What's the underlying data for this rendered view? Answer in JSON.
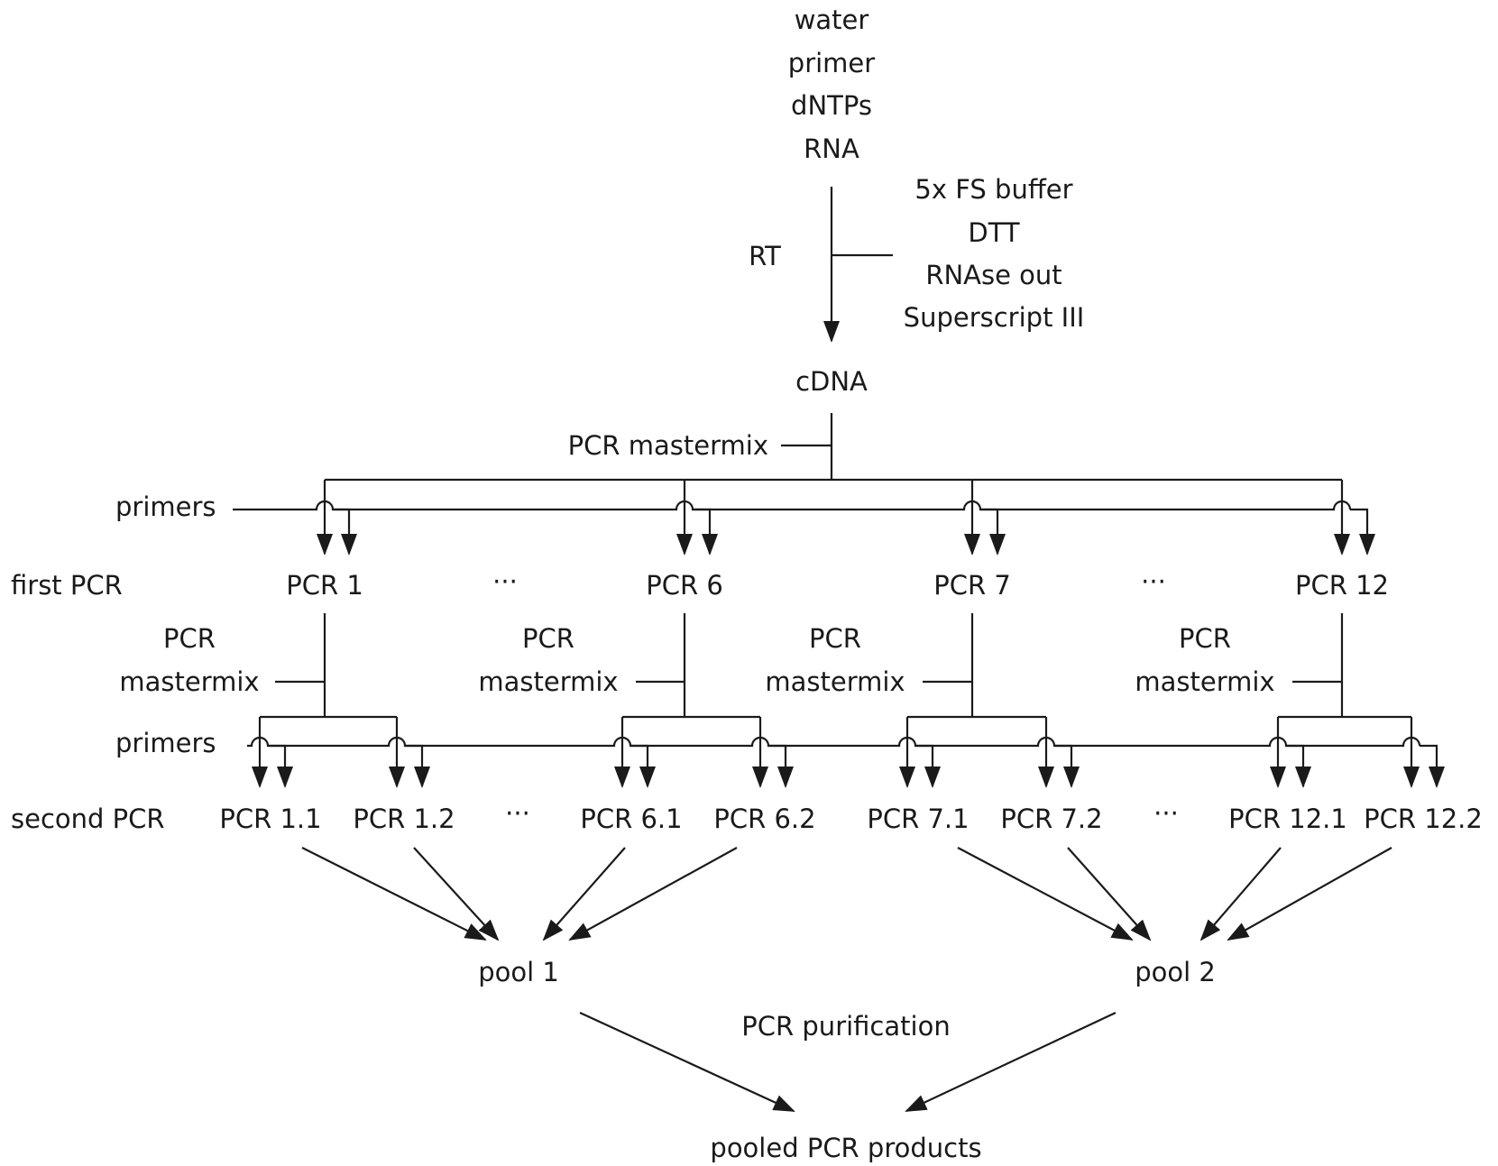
{
  "reagents_top": [
    "water",
    "primer",
    "dNTPs",
    "RNA"
  ],
  "rt_label": "RT",
  "rt_reagents": [
    "5x FS buffer",
    "DTT",
    "RNAse out",
    "Superscript III"
  ],
  "cdna": "cDNA",
  "pcr_mastermix_first": "PCR mastermix",
  "primers_label": "primers",
  "first_pcr_label": "first PCR",
  "first_pcr": [
    "PCR 1",
    "PCR 6",
    "PCR 7",
    "PCR 12"
  ],
  "ellipsis": "···",
  "mastermix_label_line1": "PCR",
  "mastermix_label_line2": "mastermix",
  "second_pcr_label": "second PCR",
  "second_pcr": [
    "PCR 1.1",
    "PCR 1.2",
    "PCR 6.1",
    "PCR 6.2",
    "PCR 7.1",
    "PCR 7.2",
    "PCR 12.1",
    "PCR 12.2"
  ],
  "pools": [
    "pool 1",
    "pool 2"
  ],
  "purification": "PCR purification",
  "final_product": "pooled PCR products"
}
